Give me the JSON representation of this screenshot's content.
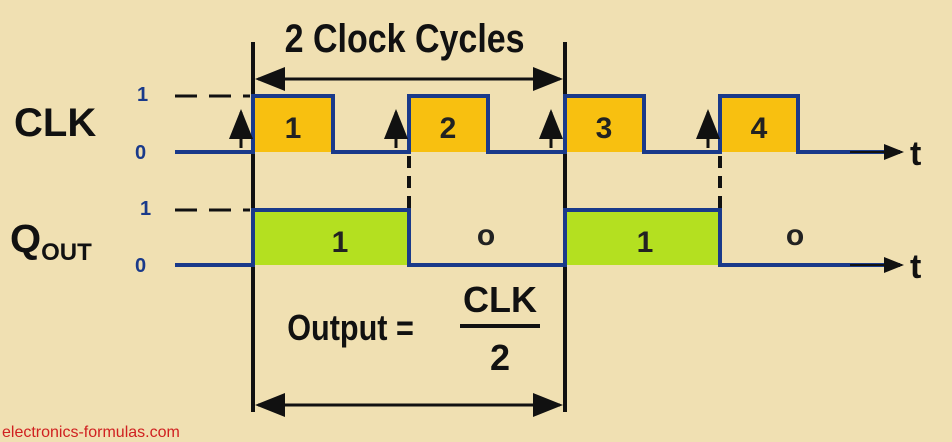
{
  "title": "2 Clock Cycles",
  "signals": {
    "clk": {
      "label": "CLK",
      "high": "1",
      "low": "0",
      "axis": "t",
      "pulses": [
        "1",
        "2",
        "3",
        "4"
      ]
    },
    "qout": {
      "label_main": "Q",
      "label_sub": "OUT",
      "high": "1",
      "low": "0",
      "axis": "t",
      "states": [
        "1",
        "o",
        "1",
        "o"
      ]
    }
  },
  "formula": {
    "lhs": "Output =",
    "numerator": "CLK",
    "denominator": "2"
  },
  "watermark": "electronics-formulas.com",
  "colors": {
    "clk_fill": "#f8c010",
    "q_fill": "#b4e020",
    "wave": "#1a3a8a",
    "background": "#f0e0b2"
  }
}
